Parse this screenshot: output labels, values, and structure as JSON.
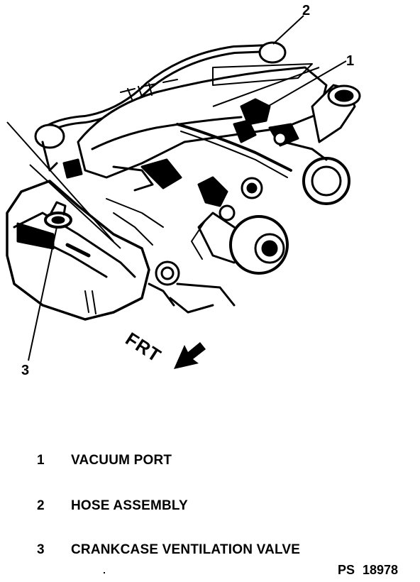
{
  "callouts": [
    {
      "num": "1"
    },
    {
      "num": "2"
    },
    {
      "num": "3"
    }
  ],
  "direction_label": "FRT",
  "legend": [
    {
      "num": "1",
      "text": "VACUUM PORT"
    },
    {
      "num": "2",
      "text": "HOSE ASSEMBLY"
    },
    {
      "num": "3",
      "text": "CRANKCASE VENTILATION VALVE"
    }
  ],
  "figure_ref": "PS 18978"
}
